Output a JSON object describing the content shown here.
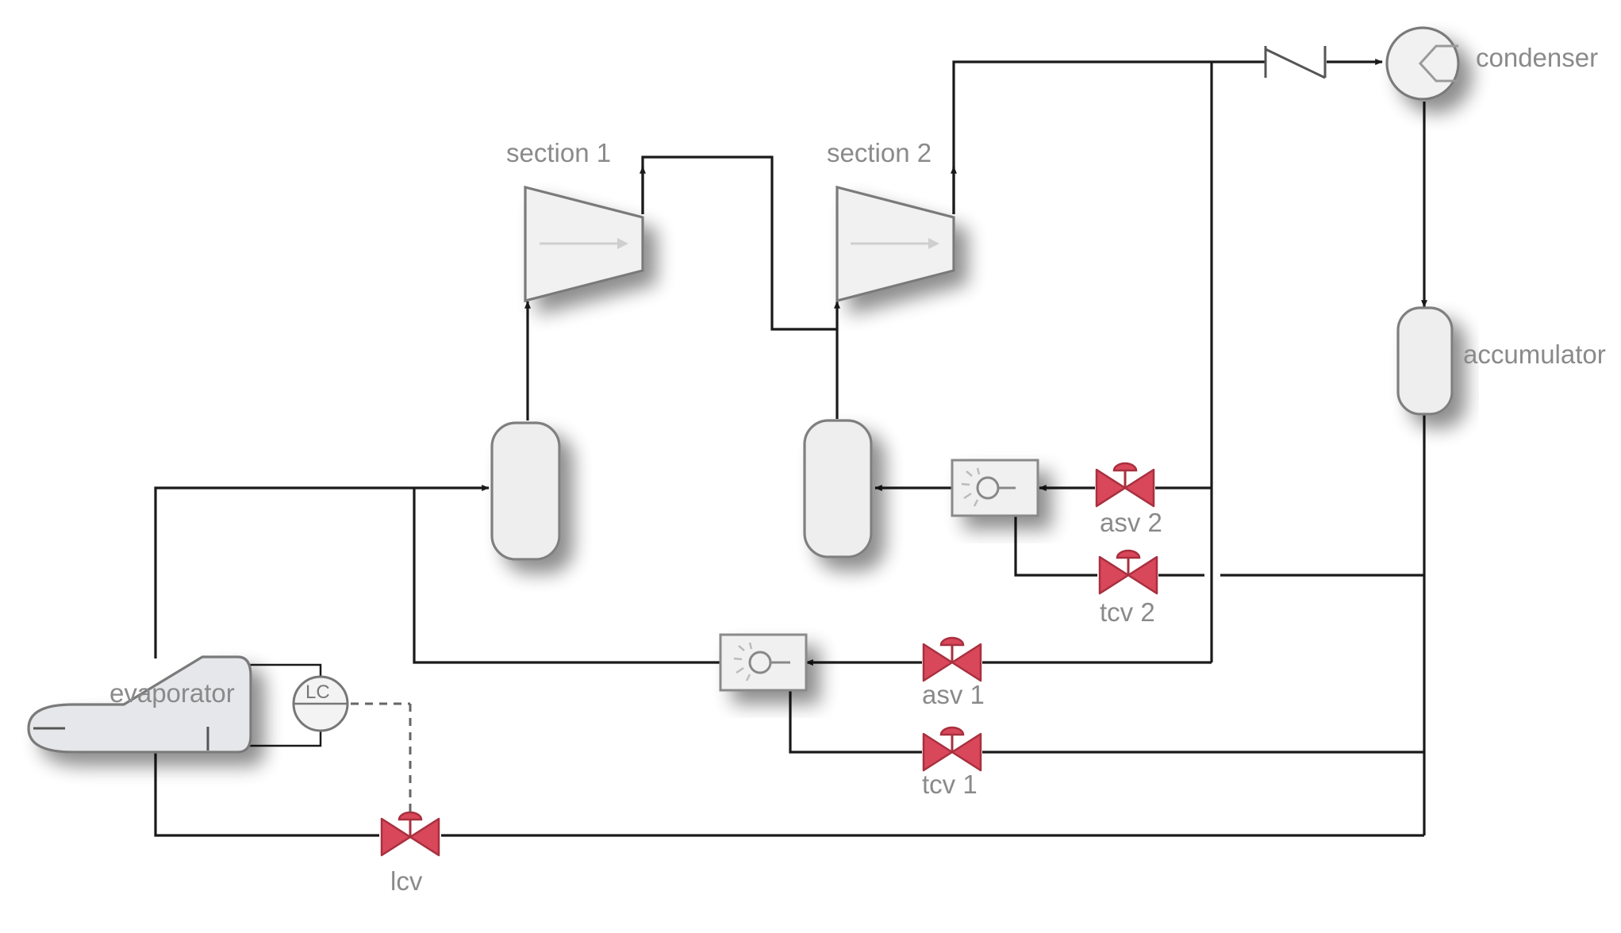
{
  "labels": {
    "section1": "section 1",
    "section2": "section 2",
    "condenser": "condenser",
    "accumulator": "accumulator",
    "evaporator": "evaporator",
    "asv2": "asv 2",
    "tcv2": "tcv 2",
    "asv1": "asv 1",
    "tcv1": "tcv 1",
    "lcv": "lcv",
    "lc": "LC"
  },
  "colors": {
    "pipe": "#1a1a1a",
    "valve": "#d9475a",
    "equipment_fill": "#eeeeee",
    "equipment_stroke": "#7f7f7f",
    "label": "#8a8a8a"
  },
  "icons": {
    "check_valve": "check-valve-icon",
    "heat_exchanger": "heat-exchanger-icon",
    "control_valve": "control-valve-icon",
    "level_controller": "level-controller-icon",
    "surge_controller": "surge-controller-icon"
  }
}
